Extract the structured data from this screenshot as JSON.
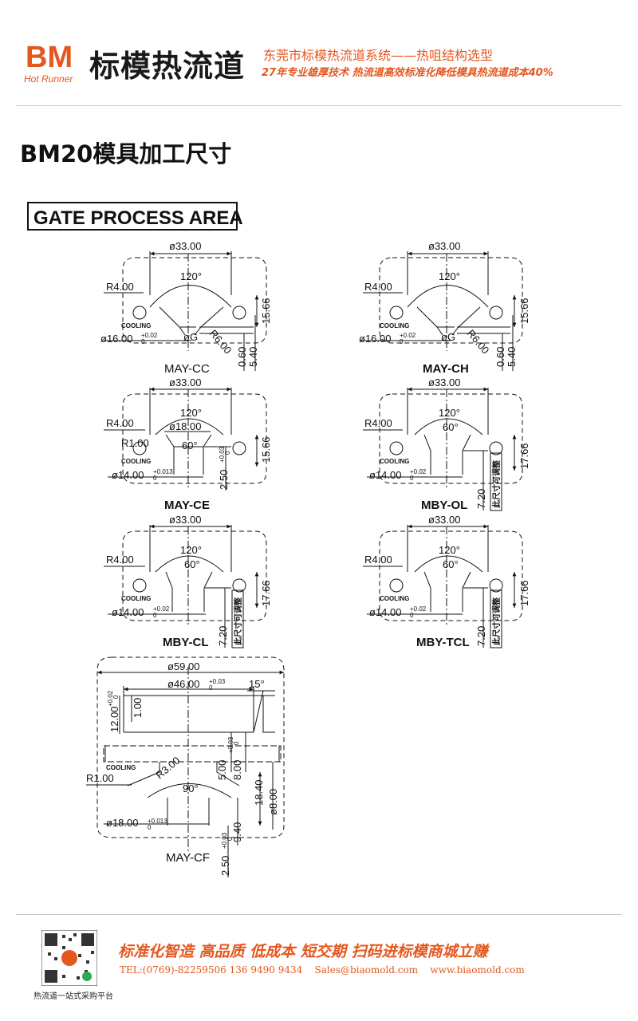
{
  "header": {
    "logo_letters": "BM",
    "logo_sub": "Hot Runner",
    "brand": "标模热流道",
    "slogan_line1": "东莞市标模热流道系统——热咀结构选型",
    "slogan_line2": "27年专业雄厚技术 热流道高效标准化降低模具热流道成本40%"
  },
  "page_title": "BM20模具加工尺寸",
  "section_title": "GATE PROCESS AREA",
  "common": {
    "cooling": "COOLING",
    "adjust_note": "此尺寸可调整",
    "angle_120": "120°",
    "angle_60": "60°",
    "angle_90": "90°",
    "angle_15": "15°"
  },
  "may_cc": {
    "name": "MAY-CC",
    "d33": "ø33.00",
    "r4": "R4.00",
    "h15": "15.66",
    "d16": "ø16.00",
    "tol16": "+0.02",
    "tol16b": "0",
    "dg": "øG",
    "r6": "R6.00",
    "h060": "0.60",
    "h540": "5.40"
  },
  "may_ch": {
    "name": "MAY-CH",
    "d33": "ø33.00",
    "r4": "R4.00",
    "h15": "15.66",
    "d16": "ø16.00",
    "tol16": "+0.02",
    "tol16b": "0",
    "dg": "øG",
    "r6": "R6.00",
    "h060": "0.60",
    "h540": "5.40"
  },
  "may_ce": {
    "name": "MAY-CE",
    "d33": "ø33.00",
    "r4": "R4.00",
    "d18": "ø18.00",
    "r1": "R1.00",
    "h15": "15.66",
    "d14": "ø14.00",
    "tol14": "+0.013",
    "tol14b": "0",
    "h250": "2.50",
    "tol250": "+0.03",
    "tol250b": "0"
  },
  "mby_ol": {
    "name": "MBY-OL",
    "d33": "ø33.00",
    "r4": "R4.00",
    "h17": "17.66",
    "d14": "ø14.00",
    "tol14": "+0.02",
    "tol14b": "0",
    "h720": "7.20"
  },
  "mby_cl": {
    "name": "MBY-CL",
    "d33": "ø33.00",
    "r4": "R4.00",
    "h17": "17.66",
    "d14": "ø14.00",
    "tol14": "+0.02",
    "tol14b": "0",
    "h720": "7.20"
  },
  "mby_tcl": {
    "name": "MBY-TCL",
    "d33": "ø33.00",
    "r4": "R4.00",
    "h17": "17.66",
    "d14": "ø14.00",
    "tol14": "+0.02",
    "tol14b": "0",
    "h720": "7.20"
  },
  "may_cf": {
    "name": "MAY-CF",
    "d59": "ø59.00",
    "d46": "ø46.00",
    "tol46": "+0.03",
    "tol46b": "0",
    "h12": "12.00",
    "tol12": "+0.02",
    "tol12b": "0",
    "h1": "1.00",
    "r3": "R3.00",
    "r1": "R1.00",
    "h5": "5.00",
    "h8": "8.00",
    "tol8": "+0.03",
    "tol8b": "0",
    "h1840": "18.40",
    "d8": "ø8.00",
    "d18": "ø18.00",
    "tol18": "+0.013",
    "tol18b": "0",
    "h940": "9.40",
    "h250": "2.50",
    "tol250": "+0.03",
    "tol250b": "0"
  },
  "footer": {
    "slogan": "标准化智造 高品质 低成本 短交期 扫码进标模商城立赚",
    "tel": "TEL:(0769)-82259506 136 9490 9434",
    "email": "Sales@biaomold.com",
    "web": "www.biaomold.com",
    "qr_caption": "热流道一站式采购平台"
  },
  "colors": {
    "accent": "#e4571e",
    "line": "#111111",
    "divider": "#c8c8c8"
  }
}
